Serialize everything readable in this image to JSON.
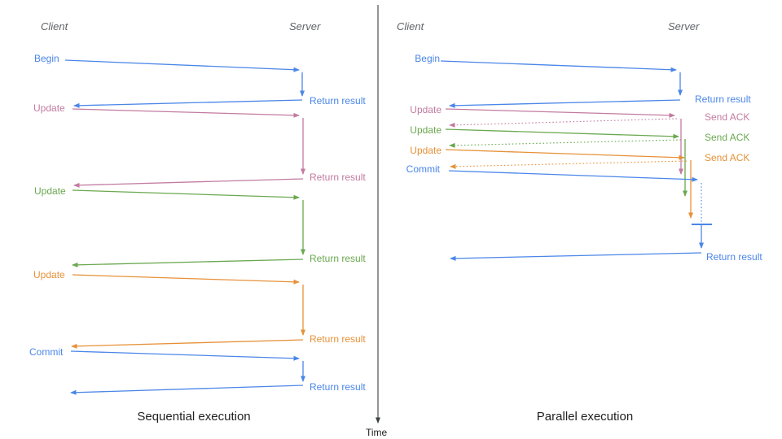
{
  "colors": {
    "blue": "#4a86e8",
    "pink": "#c27ba0",
    "green": "#6aa84f",
    "orange": "#e69138",
    "header": "#5f6368",
    "axis": "#3c4043",
    "title": "#1f1f1f"
  },
  "left_panel": {
    "title": "Sequential execution",
    "client_header": "Client",
    "server_header": "Server",
    "messages": [
      {
        "label": "Begin",
        "color": "blue",
        "response": "Return result"
      },
      {
        "label": "Update",
        "color": "pink",
        "response": "Return result"
      },
      {
        "label": "Update",
        "color": "green",
        "response": "Return result"
      },
      {
        "label": "Update",
        "color": "orange",
        "response": "Return result"
      },
      {
        "label": "Commit",
        "color": "blue",
        "response": "Return result"
      }
    ]
  },
  "right_panel": {
    "title": "Parallel execution",
    "client_header": "Client",
    "server_header": "Server",
    "messages": [
      {
        "label": "Begin",
        "color": "blue",
        "response": "Return result"
      },
      {
        "label": "Update",
        "color": "pink",
        "response": "Send ACK"
      },
      {
        "label": "Update",
        "color": "green",
        "response": "Send ACK"
      },
      {
        "label": "Update",
        "color": "orange",
        "response": "Send ACK"
      },
      {
        "label": "Commit",
        "color": "blue",
        "response": "Return result"
      }
    ]
  },
  "time_axis": {
    "label": "Time"
  }
}
